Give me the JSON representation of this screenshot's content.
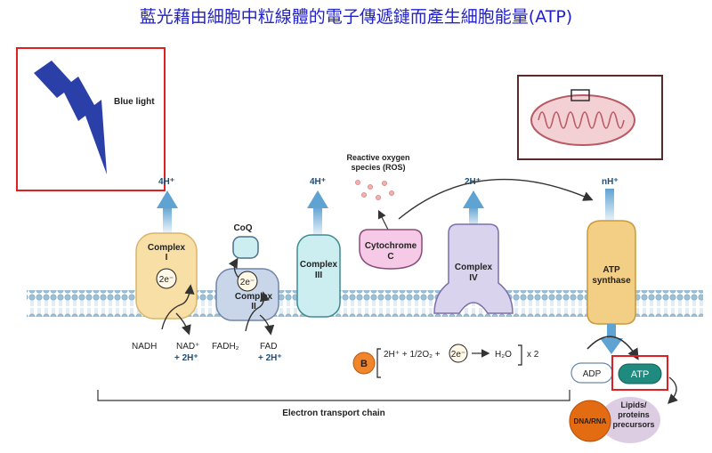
{
  "title": "藍光藉由細胞中粒線體的電子傳遞鏈而產生細胞能量(ATP)",
  "blue_light": "Blue light",
  "protons": {
    "c1": "4H⁺",
    "c3": "4H⁺",
    "c4": "2H⁺",
    "atp": "nH⁺"
  },
  "complex1": {
    "name": "Complex",
    "num": "I"
  },
  "complex2": {
    "name": "Complex",
    "num": "II"
  },
  "complex3": {
    "name": "Complex",
    "num": "III"
  },
  "complex4": {
    "name": "Complex",
    "num": "IV"
  },
  "coq": "CoQ",
  "electron": "2e⁻",
  "cytochrome": {
    "name": "Cytochrome",
    "letter": "C"
  },
  "ros": {
    "line1": "Reactive oxygen",
    "line2": "species (ROS)"
  },
  "atp_synthase": {
    "line1": "ATP",
    "line2": "synthase"
  },
  "nadh": "NADH",
  "nad": "NAD⁺",
  "nad_h": "+ 2H⁺",
  "fadh2": "FADH₂",
  "fad": "FAD",
  "fad_h": "+ 2H⁺",
  "equation": {
    "badge": "B",
    "left": "2H⁺ + 1/2O₂ +",
    "e": "2e⁻",
    "right": "H₂O",
    "mult": "x 2"
  },
  "adp": "ADP",
  "atp": "ATP",
  "lipids": {
    "line1": "Lipids/",
    "line2": "proteins",
    "line3": "precursors"
  },
  "dna": "DNA/RNA",
  "etc_label": "Electron transport chain",
  "colors": {
    "title": "#2222cc",
    "membrane": "#8fb7cf",
    "complex1": "#f8dfa6",
    "complex2": "#c9d6e9",
    "complex3": "#cdeef0",
    "complex4": "#d9d3ee",
    "cytochrome": "#f6c9e7",
    "atp_synthase": "#f3cf86",
    "arrow": "#5fa3d2",
    "highlight": "#e02020",
    "atp_fill": "#1f8a7e",
    "badge": "#f0852b",
    "dna": "#e36c12",
    "lipids": "#dccde3"
  }
}
